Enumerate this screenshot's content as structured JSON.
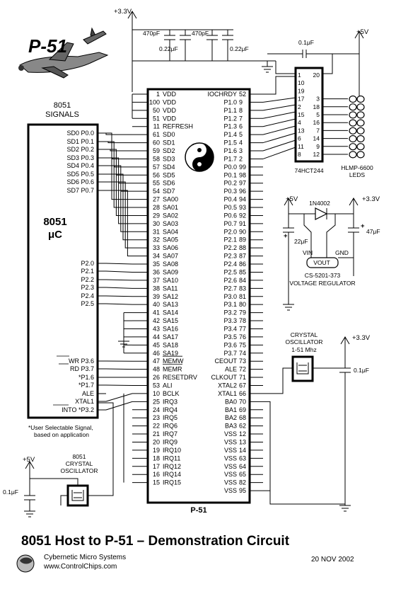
{
  "logo_text": "P-51",
  "rails": {
    "v33": "+3.3V",
    "v5": "+5V"
  },
  "caps": {
    "c470a": "470pF",
    "c470b": "470pF",
    "c022a": "0.22μF",
    "c022b": "0.22μF",
    "c01top": "0.1μF",
    "c01osc": "0.1μF",
    "c01left": "0.1μF",
    "c22": "22μF",
    "c47": "47μF"
  },
  "mcu8051": {
    "title_line1": "8051",
    "title_line2": "SIGNALS",
    "name_line1": "8051",
    "name_line2": "μC",
    "port0_pins": [
      "SD0 P0.0",
      "SD1 P0.1",
      "SD2 P0.2",
      "SD3 P0.3",
      "SD4 P0.4",
      "SD5 P0.5",
      "SD6 P0.6",
      "SD7 P0.7"
    ],
    "port2_pins": [
      "P2.0",
      "P2.1",
      "P2.2",
      "P2.3",
      "P2.4",
      "P2.5"
    ],
    "ctrl_pins": [
      "WR P3.6",
      "RD P3.7",
      "*P1.6",
      "*P1.7",
      "ALE",
      "XTAL1",
      "INTO *P3.2"
    ],
    "footnote_line1": "*User Selectable Signal,",
    "footnote_line2": "based on application"
  },
  "p51": {
    "name": "P-51",
    "left_pins": [
      {
        "num": "1",
        "name": "VDD"
      },
      {
        "num": "100",
        "name": "VDD"
      },
      {
        "num": "50",
        "name": "VDD"
      },
      {
        "num": "51",
        "name": "VDD"
      },
      {
        "num": "11",
        "name": "REFRESH"
      },
      {
        "num": "61",
        "name": "SD0"
      },
      {
        "num": "60",
        "name": "SD1"
      },
      {
        "num": "59",
        "name": "SD2"
      },
      {
        "num": "58",
        "name": "SD3"
      },
      {
        "num": "57",
        "name": "SD4"
      },
      {
        "num": "56",
        "name": "SD5"
      },
      {
        "num": "55",
        "name": "SD6"
      },
      {
        "num": "54",
        "name": "SD7"
      },
      {
        "num": "27",
        "name": "SA00"
      },
      {
        "num": "28",
        "name": "SA01"
      },
      {
        "num": "29",
        "name": "SA02"
      },
      {
        "num": "30",
        "name": "SA03"
      },
      {
        "num": "31",
        "name": "SA04"
      },
      {
        "num": "32",
        "name": "SA05"
      },
      {
        "num": "33",
        "name": "SA06"
      },
      {
        "num": "34",
        "name": "SA07"
      },
      {
        "num": "35",
        "name": "SA08"
      },
      {
        "num": "36",
        "name": "SA09"
      },
      {
        "num": "37",
        "name": "SA10"
      },
      {
        "num": "38",
        "name": "SA11"
      },
      {
        "num": "39",
        "name": "SA12"
      },
      {
        "num": "40",
        "name": "SA13"
      },
      {
        "num": "41",
        "name": "SA14"
      },
      {
        "num": "42",
        "name": "SA15"
      },
      {
        "num": "43",
        "name": "SA16"
      },
      {
        "num": "44",
        "name": "SA17"
      },
      {
        "num": "45",
        "name": "SA18"
      },
      {
        "num": "46",
        "name": "SA19"
      },
      {
        "num": "47",
        "name": "MEMW"
      },
      {
        "num": "48",
        "name": "MEMR"
      },
      {
        "num": "26",
        "name": "RESETDRV"
      },
      {
        "num": "53",
        "name": "ALI"
      },
      {
        "num": "10",
        "name": "BCLK"
      },
      {
        "num": "25",
        "name": "IRQ3"
      },
      {
        "num": "24",
        "name": "IRQ4"
      },
      {
        "num": "23",
        "name": "IRQ5"
      },
      {
        "num": "22",
        "name": "IRQ6"
      },
      {
        "num": "21",
        "name": "IRQ7"
      },
      {
        "num": "20",
        "name": "IRQ9"
      },
      {
        "num": "19",
        "name": "IRQ10"
      },
      {
        "num": "18",
        "name": "IRQ11"
      },
      {
        "num": "17",
        "name": "IRQ12"
      },
      {
        "num": "16",
        "name": "IRQ14"
      },
      {
        "num": "15",
        "name": "IRQ15"
      }
    ],
    "right_pins": [
      {
        "name": "IOCHRDY",
        "num": "52"
      },
      {
        "name": "P1.0",
        "num": "9"
      },
      {
        "name": "P1.1",
        "num": "8"
      },
      {
        "name": "P1.2",
        "num": "7"
      },
      {
        "name": "P1.3",
        "num": "6"
      },
      {
        "name": "P1.4",
        "num": "5"
      },
      {
        "name": "P1.5",
        "num": "4"
      },
      {
        "name": "P1.6",
        "num": "3"
      },
      {
        "name": "P1.7",
        "num": "2"
      },
      {
        "name": "P0.0",
        "num": "99"
      },
      {
        "name": "P0.1",
        "num": "98"
      },
      {
        "name": "P0.2",
        "num": "97"
      },
      {
        "name": "P0.3",
        "num": "96"
      },
      {
        "name": "P0.4",
        "num": "94"
      },
      {
        "name": "P0.5",
        "num": "93"
      },
      {
        "name": "P0.6",
        "num": "92"
      },
      {
        "name": "P0.7",
        "num": "91"
      },
      {
        "name": "P2.0",
        "num": "90"
      },
      {
        "name": "P2.1",
        "num": "89"
      },
      {
        "name": "P2.2",
        "num": "88"
      },
      {
        "name": "P2.3",
        "num": "87"
      },
      {
        "name": "P2.4",
        "num": "86"
      },
      {
        "name": "P2.5",
        "num": "85"
      },
      {
        "name": "P2.6",
        "num": "84"
      },
      {
        "name": "P2.7",
        "num": "83"
      },
      {
        "name": "P3.0",
        "num": "81"
      },
      {
        "name": "P3.1",
        "num": "80"
      },
      {
        "name": "P3.2",
        "num": "79"
      },
      {
        "name": "P3.3",
        "num": "78"
      },
      {
        "name": "P3.4",
        "num": "77"
      },
      {
        "name": "P3.5",
        "num": "76"
      },
      {
        "name": "P3.6",
        "num": "75"
      },
      {
        "name": "P3.7",
        "num": "74"
      },
      {
        "name": "CEOUT",
        "num": "73"
      },
      {
        "name": "ALE",
        "num": "72"
      },
      {
        "name": "CLKOUT",
        "num": "71"
      },
      {
        "name": "XTAL2",
        "num": "67"
      },
      {
        "name": "XTAL1",
        "num": "66"
      },
      {
        "name": "BA0",
        "num": "70"
      },
      {
        "name": "BA1",
        "num": "69"
      },
      {
        "name": "BA2",
        "num": "68"
      },
      {
        "name": "BA3",
        "num": "62"
      },
      {
        "name": "VSS",
        "num": "12"
      },
      {
        "name": "VSS",
        "num": "13"
      },
      {
        "name": "VSS",
        "num": "14"
      },
      {
        "name": "VSS",
        "num": "63"
      },
      {
        "name": "VSS",
        "num": "64"
      },
      {
        "name": "VSS",
        "num": "65"
      },
      {
        "name": "VSS",
        "num": "82"
      },
      {
        "name": "VSS",
        "num": "95"
      }
    ]
  },
  "buffer": {
    "name": "74HCT244",
    "pins_left": [
      "1",
      "10",
      "19",
      "17",
      "2",
      "15",
      "4",
      "13",
      "6",
      "11",
      "8"
    ],
    "pins_right": [
      "20",
      "3",
      "18",
      "5",
      "16",
      "7",
      "14",
      "9",
      "12"
    ]
  },
  "leds": {
    "label_line1": "HLMP-6600",
    "label_line2": "LEDS"
  },
  "regulator": {
    "diode": "1N4002",
    "vin": "VIN",
    "gnd": "GND",
    "vout": "VOUT",
    "part": "CS-5201-373",
    "label": "VOLTAGE REGULATOR"
  },
  "crystal_right": {
    "line1": "CRYSTAL",
    "line2": "OSCILLATOR",
    "line3": "1-51 Mhz"
  },
  "crystal_left": {
    "line1": "8051",
    "line2": "CRYSTAL",
    "line3": "OSCILLATOR"
  },
  "footer": {
    "title": "8051 Host to P-51 – Demonstration Circuit",
    "company": "Cybernetic Micro Systems",
    "url": "www.ControlChips.com",
    "date": "20 NOV 2002"
  }
}
